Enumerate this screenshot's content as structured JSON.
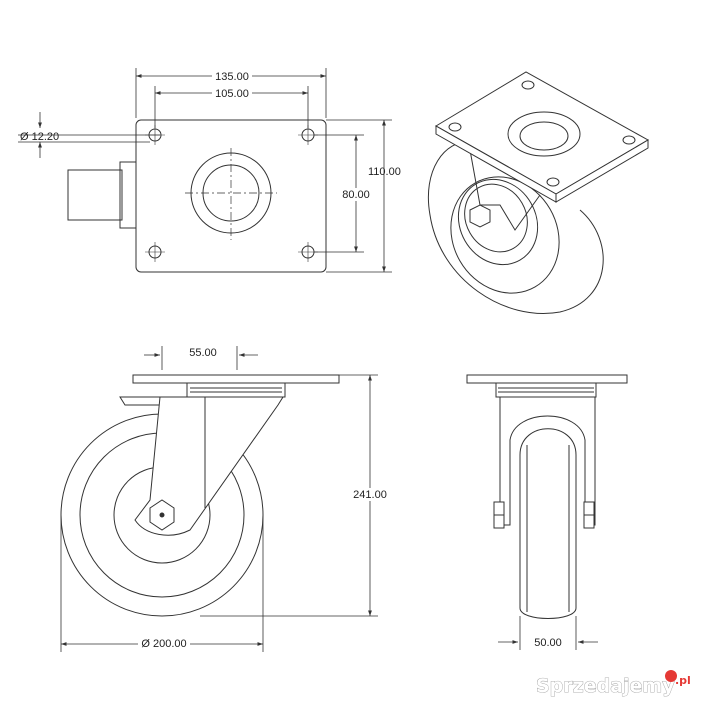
{
  "dimensions": {
    "plate_width": "135.00",
    "hole_spacing_x": "105.00",
    "hole_diameter": "Ø 12.20",
    "plate_height": "110.00",
    "hole_spacing_y": "80.00",
    "fork_offset": "55.00",
    "overall_height": "241.00",
    "wheel_diameter": "Ø 200.00",
    "wheel_width": "50.00"
  },
  "watermark": {
    "text": "Sprzedajemy",
    "suffix": ".pl"
  },
  "colors": {
    "line": "#333333",
    "accent": "#e53935"
  }
}
